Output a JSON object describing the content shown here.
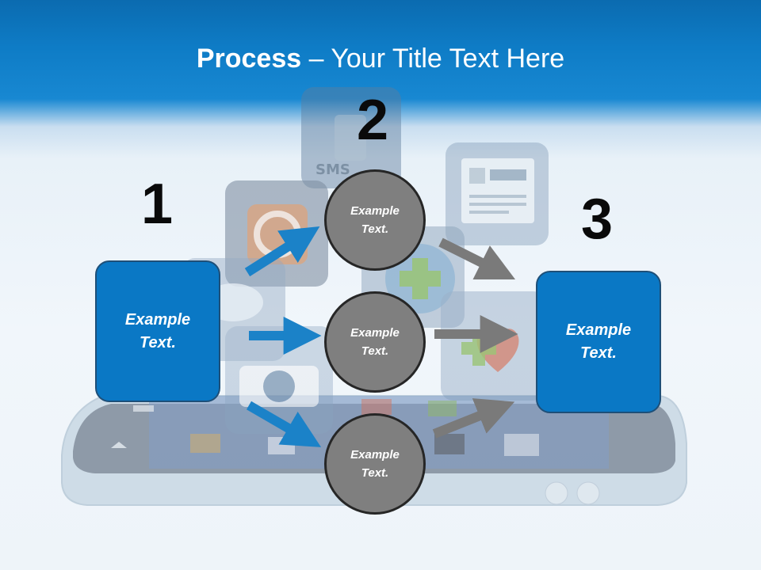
{
  "slide": {
    "title": {
      "bold": "Process",
      "rest": " – Your Title Text Here"
    },
    "steps": [
      {
        "number": "1",
        "box_text": "Example\nText."
      },
      {
        "number": "2",
        "circles": [
          "Example\nText.",
          "Example\nText.",
          "Example\nText."
        ]
      },
      {
        "number": "3",
        "box_text": "Example\nText."
      }
    ],
    "background_icons": [
      "sms-phone-icon",
      "news-icon",
      "browser-icon",
      "messages-icon",
      "camera-icon",
      "health-plus-icon",
      "phone-device-icon"
    ],
    "colors": {
      "header": "#0e7cc6",
      "box": "#0a78c5",
      "circle": "#7f7f7f",
      "blue_arrow": "#1b82c8",
      "gray_arrow": "#7a7a7a"
    }
  }
}
